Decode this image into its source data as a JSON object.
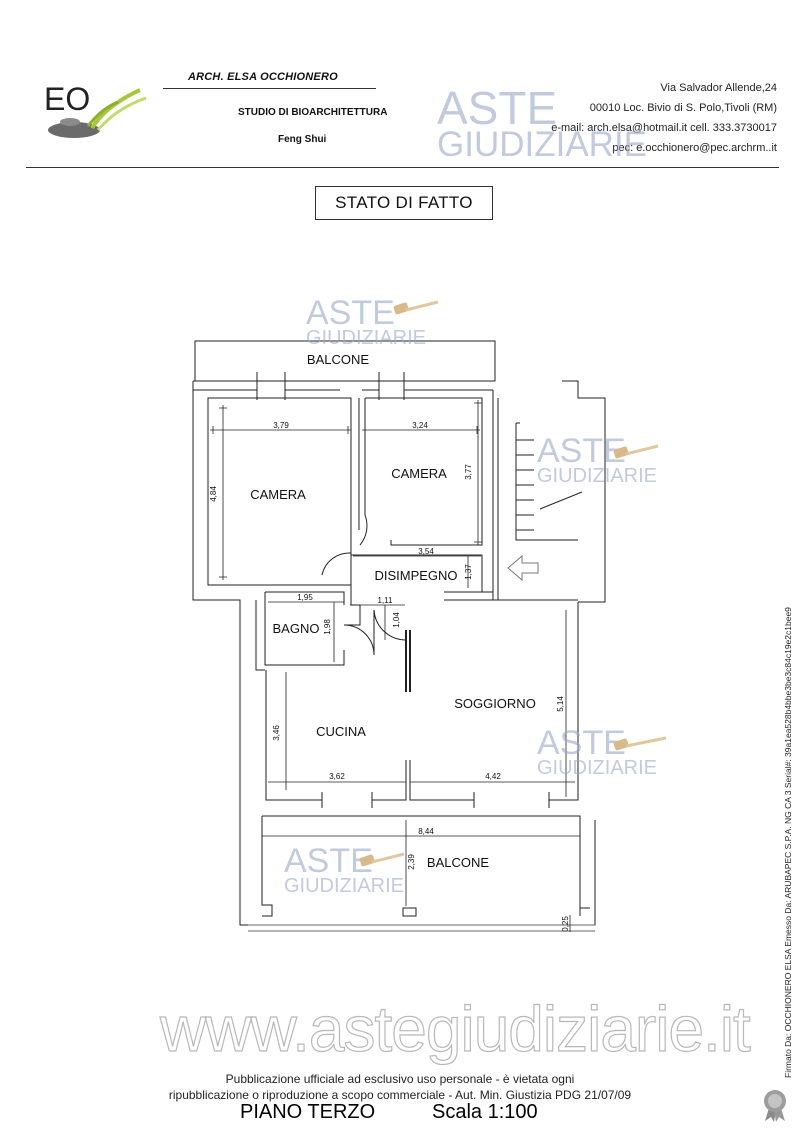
{
  "header": {
    "architect": "ARCH. ELSA OCCHIONERO",
    "studio": "STUDIO DI BIOARCHITETTURA",
    "subtitle": "Feng Shui",
    "address": "Via Salvador Allende,24",
    "city": "00010 Loc. Bivio di S. Polo,Tivoli (RM)",
    "email": "e-mail: arch.elsa@hotmail.it  cell. 333.3730017",
    "pec": "pec: e.occhionero@pec.archrm..it",
    "logo_text": "EO"
  },
  "document_title": "STATO DI FATTO",
  "watermark": {
    "line1": "ASTE",
    "line2": "GIUDIZIARIE",
    "site": "www.astegiudiziarie.it"
  },
  "plan": {
    "rooms": {
      "balcone_top": "BALCONE",
      "camera_1": "CAMERA",
      "camera_2": "CAMERA",
      "disimpegno": "DISIMPEGNO",
      "bagno": "BAGNO",
      "cucina": "CUCINA",
      "soggiorno": "SOGGIORNO",
      "balcone_bottom": "BALCONE"
    },
    "dimensions": {
      "camera1_width": "3,79",
      "camera1_depth": "4,84",
      "camera2_width": "3,24",
      "camera2_depth": "3,77",
      "disimpegno_width": "3,54",
      "disimpegno_depth": "1,37",
      "bagno_width": "1,95",
      "bagno_depth": "1,98",
      "passage_width": "1,11",
      "passage_depth": "1,04",
      "soggiorno_depth": "5,14",
      "cucina_depth": "3,46",
      "cucina_width": "3,62",
      "soggiorno_width": "4,42",
      "balcone_width": "8,44",
      "balcone_depth": "2,39",
      "ledge": "0,25"
    }
  },
  "footer": {
    "note_line1": "Pubblicazione ufficiale ad esclusivo uso personale - è vietata ogni",
    "note_line2": "ripubblicazione o riproduzione a scopo commerciale - Aut. Min. Giustizia PDG 21/07/09",
    "plan_title": "PIANO TERZO",
    "scale": "Scala 1:100"
  },
  "signature": "Firmato Da: OCCHIONERO ELSA Emesso Da: ARUBAPEC S.P.A. NG CA 3 Serial#: 39a1ea528b4bbe3be3c84c19e2c1bee9"
}
